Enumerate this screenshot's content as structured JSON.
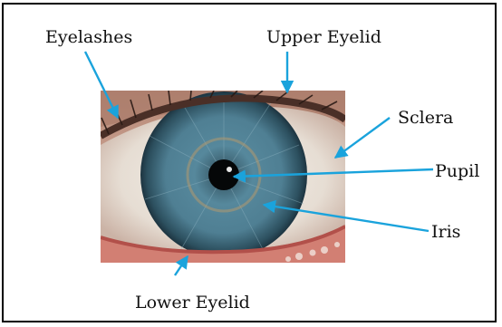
{
  "labels": {
    "eyelashes": "Eyelashes",
    "upper_eyelid": "Upper Eyelid",
    "sclera": "Sclera",
    "pupil": "Pupil",
    "iris": "Iris",
    "lower_eyelid": "Lower Eyelid"
  },
  "colors": {
    "arrow": "#1aa3dc",
    "frame": "#000000",
    "text": "#111111"
  }
}
